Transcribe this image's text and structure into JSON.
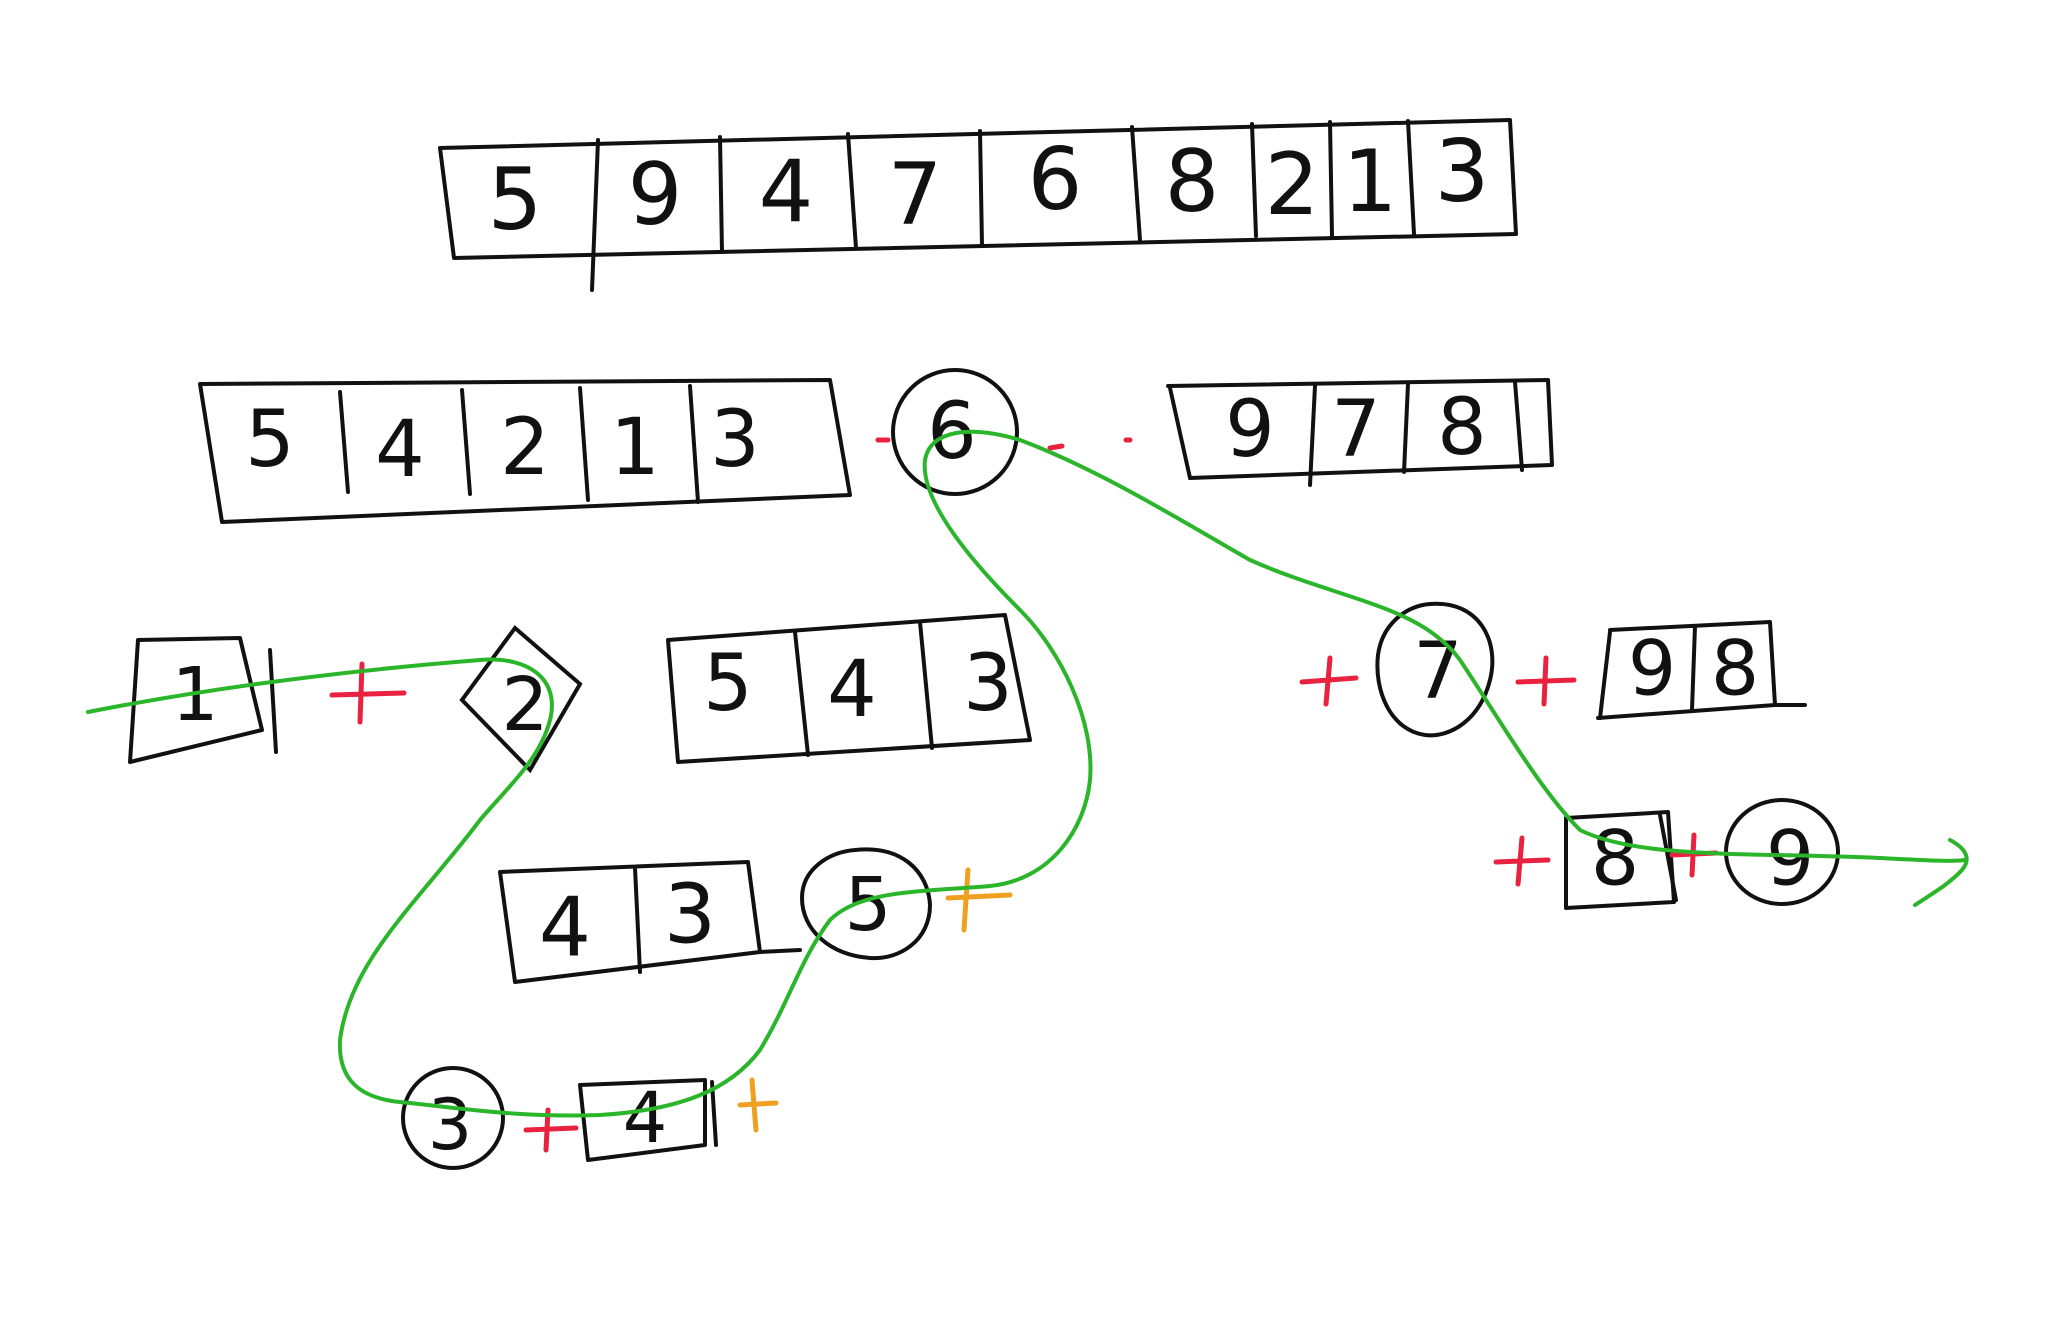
{
  "colors": {
    "ink": "#111111",
    "combine_red": "#e8223f",
    "combine_orange": "#f0a020",
    "traversal_green": "#2ab52a",
    "background": "#ffffff"
  },
  "root_array": [
    "5",
    "9",
    "4",
    "7",
    "6",
    "8",
    "2",
    "1",
    "3"
  ],
  "level1": {
    "left": [
      "5",
      "4",
      "2",
      "1",
      "3"
    ],
    "pivot": "6",
    "right": [
      "9",
      "7",
      "8"
    ]
  },
  "level2_left": {
    "left": [
      "1"
    ],
    "pivot": "2",
    "right": [
      "5",
      "4",
      "3"
    ]
  },
  "level3_left": {
    "left": [
      "4",
      "3"
    ],
    "pivot": "5"
  },
  "level4_left": {
    "pivot": "3",
    "right": [
      "4"
    ]
  },
  "level2_right": {
    "pivot": "7",
    "right": [
      "9",
      "8"
    ]
  },
  "level3_right": {
    "left": [
      "8"
    ],
    "pivot": "9"
  },
  "plus_sign": "+"
}
